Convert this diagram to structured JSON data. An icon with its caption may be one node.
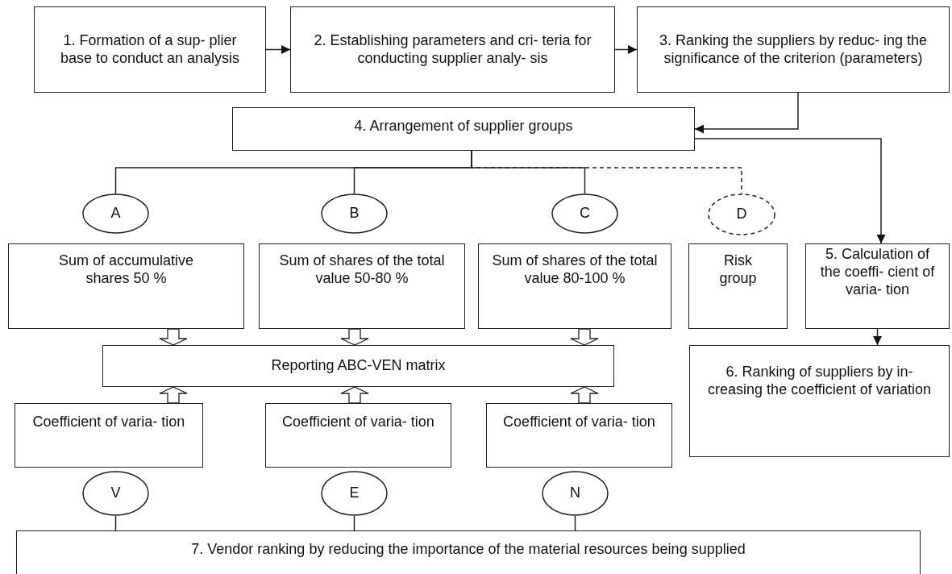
{
  "diagram": {
    "nodes": [
      {
        "text": [
          "1. Formation of a sup- plier base to conduct an analysis"
        ]
      },
      {
        "text": [
          "2. Establishing parameters and cri- teria for conducting supplier analy- sis"
        ]
      },
      {
        "text": [
          "3. Ranking the suppliers by reduc- ing the significance of the criterion (parameters)"
        ]
      },
      {
        "text": [
          "4. Arrangement of supplier groups"
        ]
      },
      {
        "text": [
          "A"
        ]
      },
      {
        "text": [
          "B"
        ]
      },
      {
        "text": [
          "C"
        ]
      },
      {
        "text": [
          "D"
        ]
      },
      {
        "text": [
          "Sum of accumulative shares 50 %"
        ]
      },
      {
        "text": [
          "Sum of shares of the total value 50-80 %"
        ]
      },
      {
        "text": [
          "Sum of shares of the total value 80-100 %"
        ]
      },
      {
        "text": [
          "Risk group"
        ]
      },
      {
        "text": [
          "5. Calculation of the coeffi- cient of varia- tion"
        ]
      },
      {
        "text": [
          "Reporting ABC-VEN matrix"
        ]
      },
      {
        "text": [
          "6. Ranking of suppliers by in- creasing the coefficient of variation"
        ]
      },
      {
        "text": [
          "Coefficient of varia- tion"
        ]
      },
      {
        "text": [
          "Coefficient of varia- tion"
        ]
      },
      {
        "text": [
          "Coefficient of varia- tion"
        ]
      },
      {
        "text": [
          "V"
        ]
      },
      {
        "text": [
          "E"
        ]
      },
      {
        "text": [
          "N"
        ]
      },
      {
        "text": [
          "7. Vendor ranking by reducing the importance of the material resources being supplied"
        ]
      }
    ],
    "edges": [
      {
        "from": 0,
        "to": 1,
        "arrow": "to"
      },
      {
        "from": 1,
        "to": 2,
        "arrow": "to"
      },
      {
        "from": 2,
        "to": 3,
        "arrow": "to"
      },
      {
        "from": 3,
        "to": 12,
        "arrow": "to"
      },
      {
        "from": 3,
        "to": 4,
        "arrow": "none"
      },
      {
        "from": 3,
        "to": 5,
        "arrow": "none"
      },
      {
        "from": 3,
        "to": 6,
        "arrow": "none"
      },
      {
        "from": 3,
        "to": 7,
        "arrow": "none",
        "style": "dashed"
      },
      {
        "from": 8,
        "to": 13,
        "arrow": "to",
        "style": "thick"
      },
      {
        "from": 9,
        "to": 13,
        "arrow": "to",
        "style": "thick"
      },
      {
        "from": 10,
        "to": 13,
        "arrow": "to",
        "style": "thick"
      },
      {
        "from": 15,
        "to": 13,
        "arrow": "to",
        "style": "thick"
      },
      {
        "from": 16,
        "to": 13,
        "arrow": "to",
        "style": "thick"
      },
      {
        "from": 17,
        "to": 13,
        "arrow": "to",
        "style": "thick"
      },
      {
        "from": 12,
        "to": 14,
        "arrow": "to"
      },
      {
        "from": 18,
        "to": 21,
        "arrow": "none"
      },
      {
        "from": 19,
        "to": 21,
        "arrow": "none"
      },
      {
        "from": 20,
        "to": 21,
        "arrow": "none"
      }
    ]
  }
}
